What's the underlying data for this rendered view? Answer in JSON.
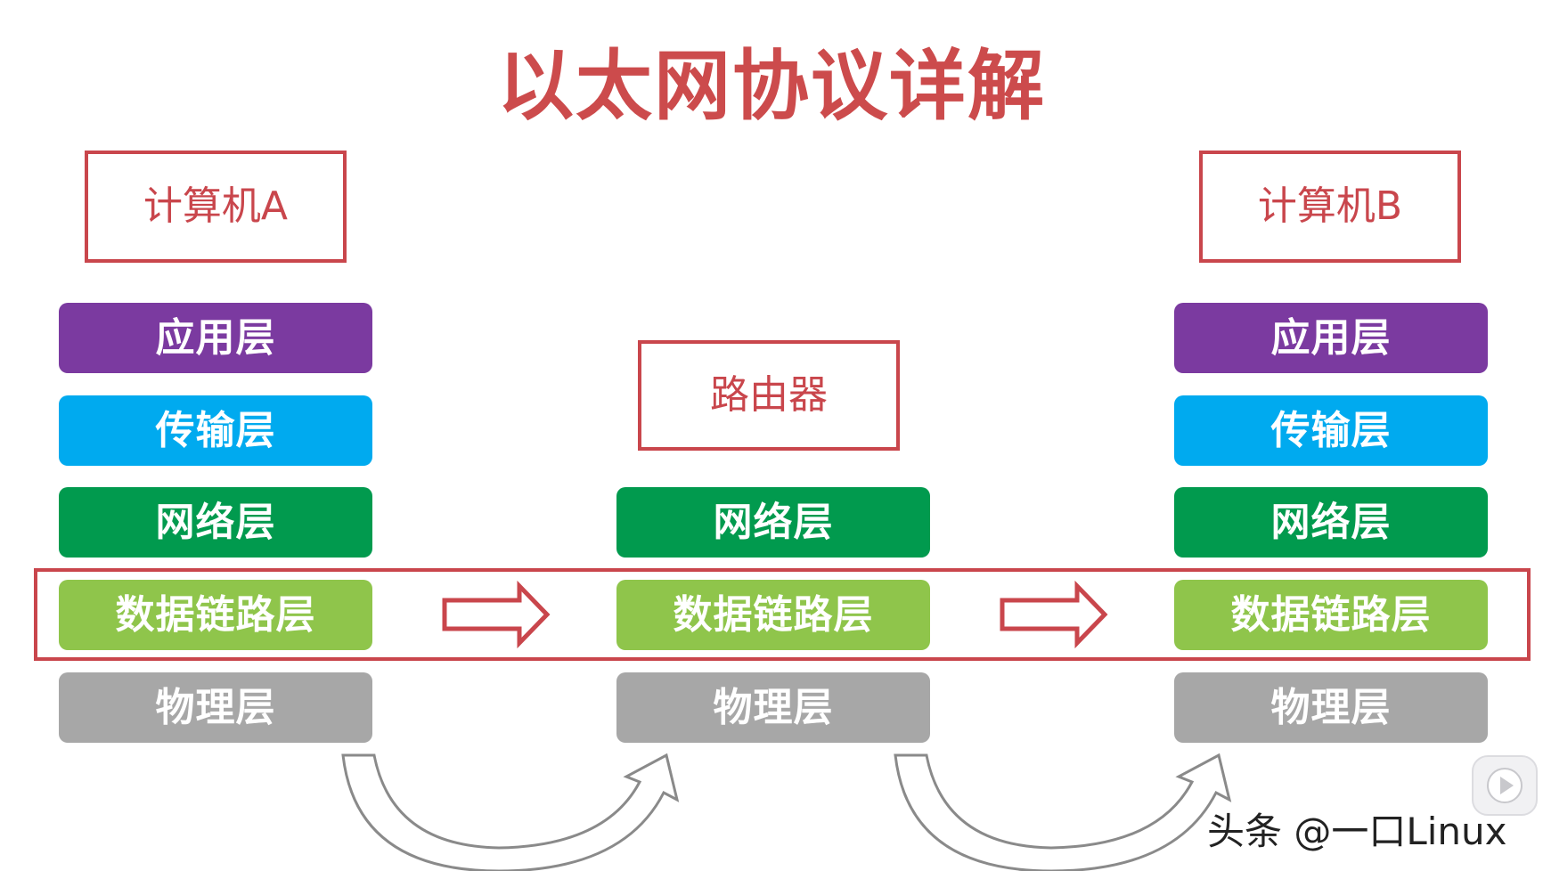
{
  "title": "以太网协议详解",
  "hosts": {
    "a": "计算机A",
    "b": "计算机B",
    "router": "路由器"
  },
  "layers": {
    "application": "应用层",
    "transport": "传输层",
    "network": "网络层",
    "datalink": "数据链路层",
    "physical": "物理层"
  },
  "watermark": "头条 @一口Linux",
  "colors": {
    "accent_red": "#c9464c",
    "application": "#7b3aa0",
    "transport": "#00aaef",
    "network": "#019a4e",
    "datalink": "#8fc54b",
    "physical": "#a7a7a7"
  },
  "icons": [
    "right-arrow-icon",
    "curved-arrow-icon",
    "play-icon"
  ]
}
